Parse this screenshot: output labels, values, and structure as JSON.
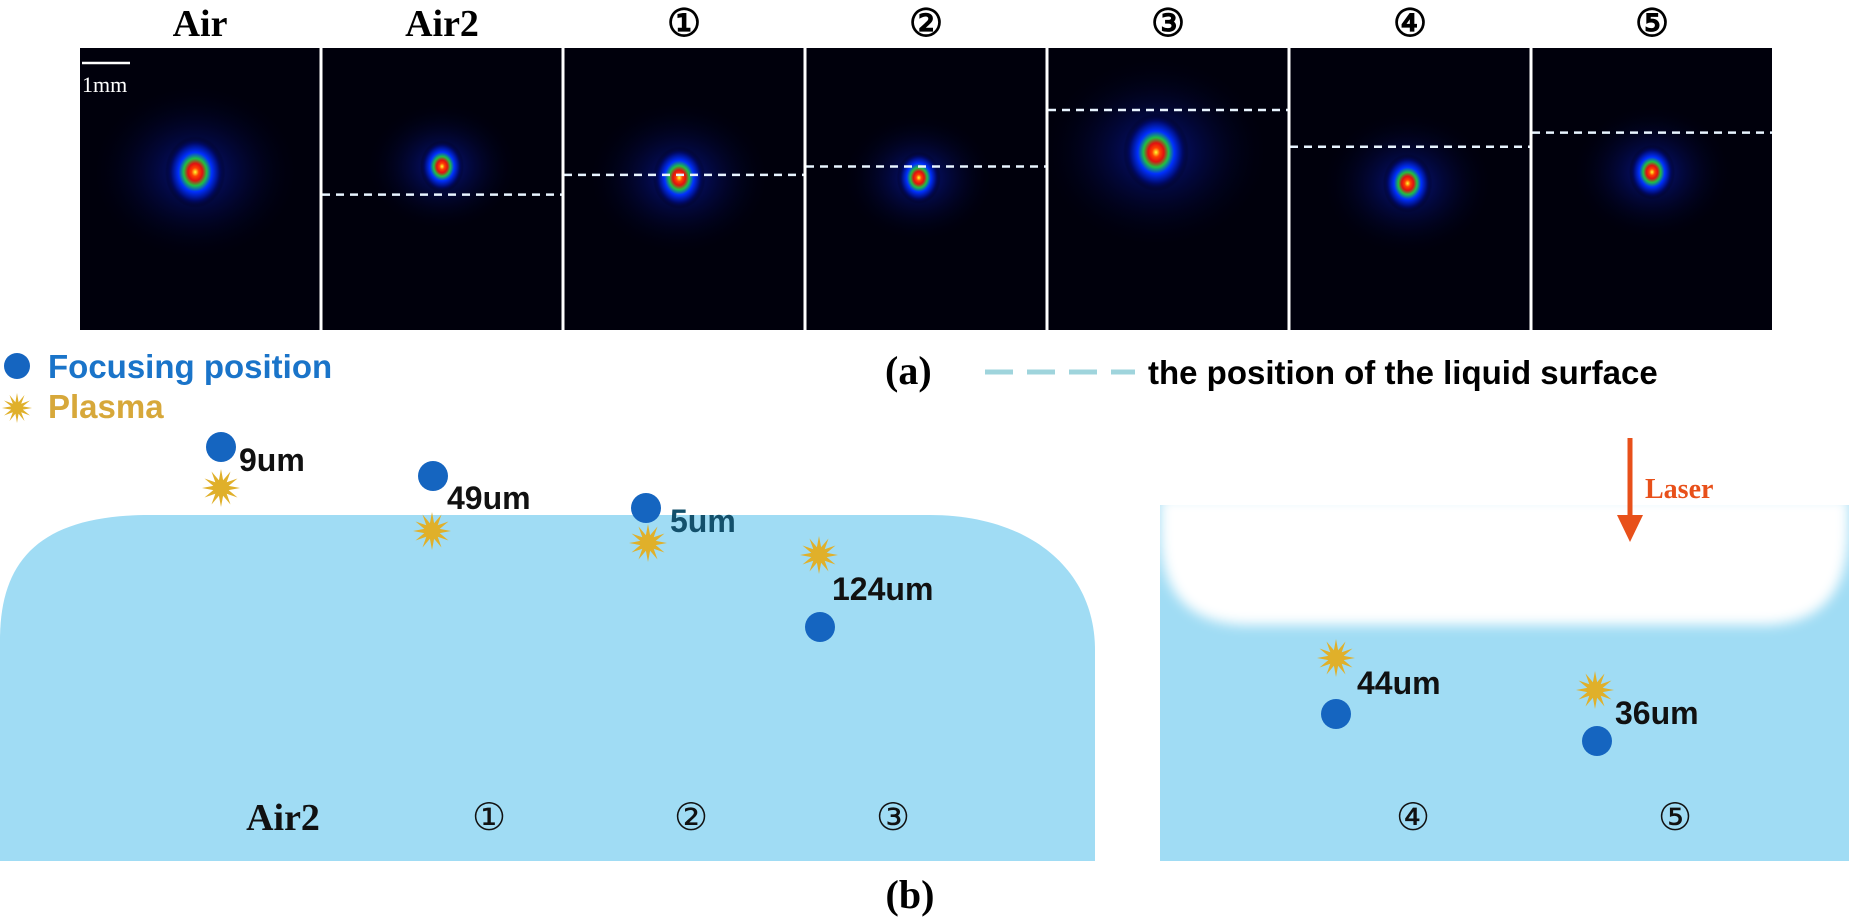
{
  "panel_a": {
    "label": "(a)",
    "scale_bar": "1mm",
    "frames": [
      {
        "title": "Air",
        "surface_line": null
      },
      {
        "title": "Air2",
        "surface_line": 0.52
      },
      {
        "title": "①",
        "surface_line": 0.45
      },
      {
        "title": "②",
        "surface_line": 0.42
      },
      {
        "title": "③",
        "surface_line": 0.22
      },
      {
        "title": "④",
        "surface_line": 0.35
      },
      {
        "title": "⑤",
        "surface_line": 0.3
      }
    ]
  },
  "legend": {
    "focusing_position": "Focusing position",
    "plasma": "Plasma",
    "liquid_surface": "the position of the liquid surface"
  },
  "panel_b": {
    "label": "(b)",
    "laser_label": "Laser",
    "case_labels": [
      "Air2",
      "①",
      "②",
      "③",
      "④",
      "⑤"
    ],
    "offsets": [
      "9um",
      "49um",
      "5um",
      "124um",
      "44um",
      "36um"
    ]
  },
  "colors": {
    "focus_dot": "#1565c0",
    "plasma": "#e0b02a",
    "liquid": "#a0dcf4",
    "laser": "#e8501a",
    "legend_blue": "#1a74c9",
    "legend_gold": "#d7a83a",
    "dashed_line": "#9fd4dc"
  }
}
